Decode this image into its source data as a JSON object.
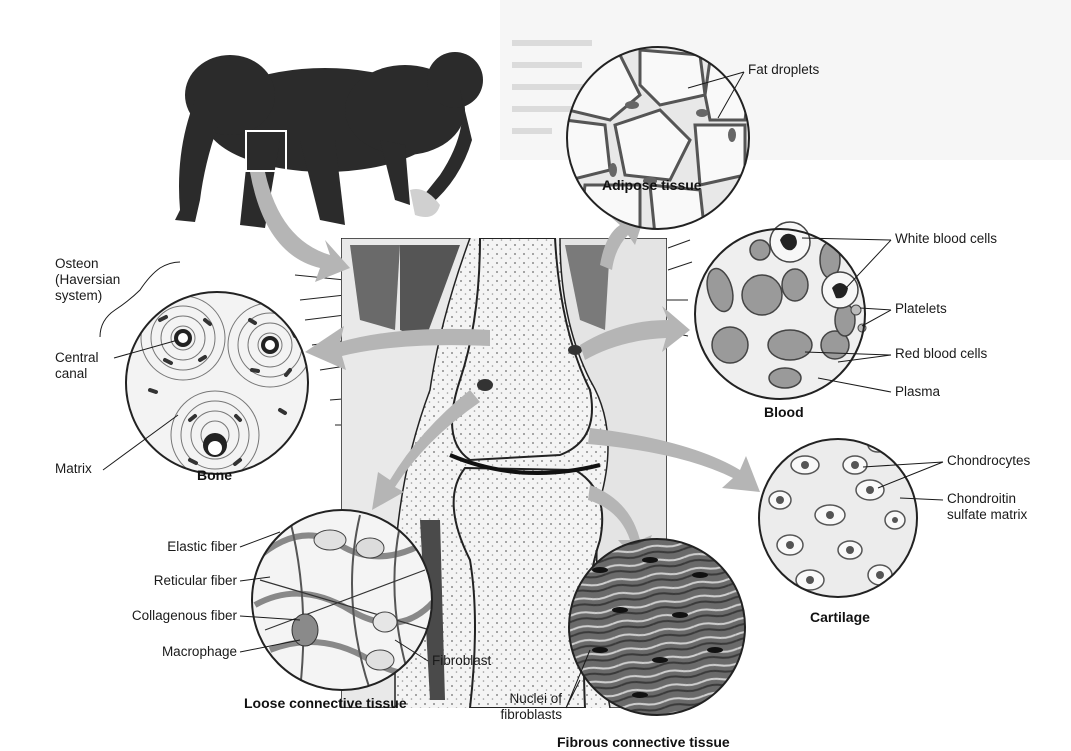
{
  "labels": {
    "fat_droplets": "Fat droplets",
    "adipose_tissue": "Adipose tissue",
    "white_blood_cells": "White blood cells",
    "platelets": "Platelets",
    "red_blood_cells": "Red blood cells",
    "plasma": "Plasma",
    "blood": "Blood",
    "chondrocytes": "Chondrocytes",
    "chondroitin_line1": "Chondroitin",
    "chondroitin_line2": "sulfate matrix",
    "cartilage": "Cartilage",
    "osteon_line1": "Osteon",
    "osteon_line2": "(Haversian",
    "osteon_line3": "system)",
    "central_canal_line1": "Central",
    "central_canal_line2": "canal",
    "matrix": "Matrix",
    "bone": "Bone",
    "elastic_fiber": "Elastic fiber",
    "reticular_fiber": "Reticular fiber",
    "collagenous_fiber": "Collagenous fiber",
    "macrophage": "Macrophage",
    "fibroblast": "Fibroblast",
    "loose_connective_tissue": "Loose connective tissue",
    "nuclei_line1": "Nuclei of",
    "nuclei_line2": "fibroblasts",
    "fibrous_connective_tissue": "Fibrous connective tissue"
  },
  "colors": {
    "arrow": "#b5b5b5",
    "circle_fill": "#f2f2f2",
    "red_cell": "#9a9a9a",
    "line": "#1a1a1a"
  }
}
